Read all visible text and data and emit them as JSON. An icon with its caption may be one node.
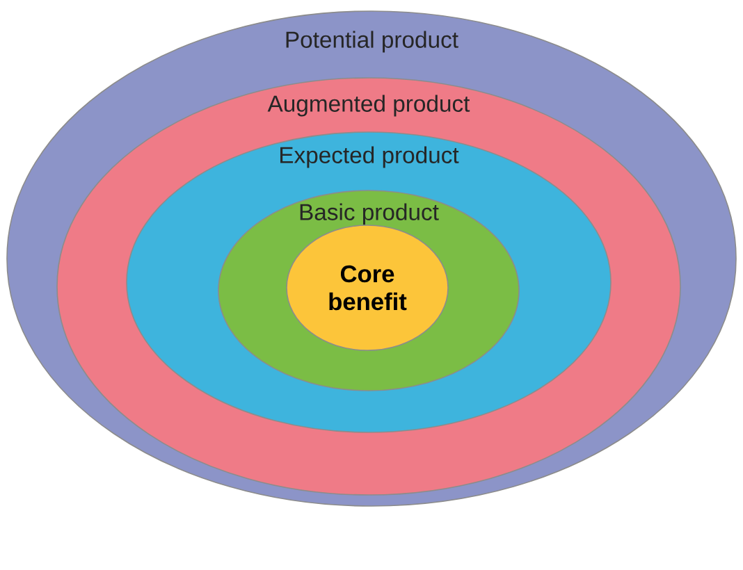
{
  "diagram": {
    "nodes": [
      {
        "text": [
          "Potential product"
        ]
      },
      {
        "text": [
          "Augmented product"
        ],
        "in": 0
      },
      {
        "text": [
          "Expected product"
        ],
        "in": 1
      },
      {
        "text": [
          "Basic product"
        ],
        "in": 2
      },
      {
        "text": [
          "Core benefit"
        ],
        "in": 3
      }
    ]
  }
}
